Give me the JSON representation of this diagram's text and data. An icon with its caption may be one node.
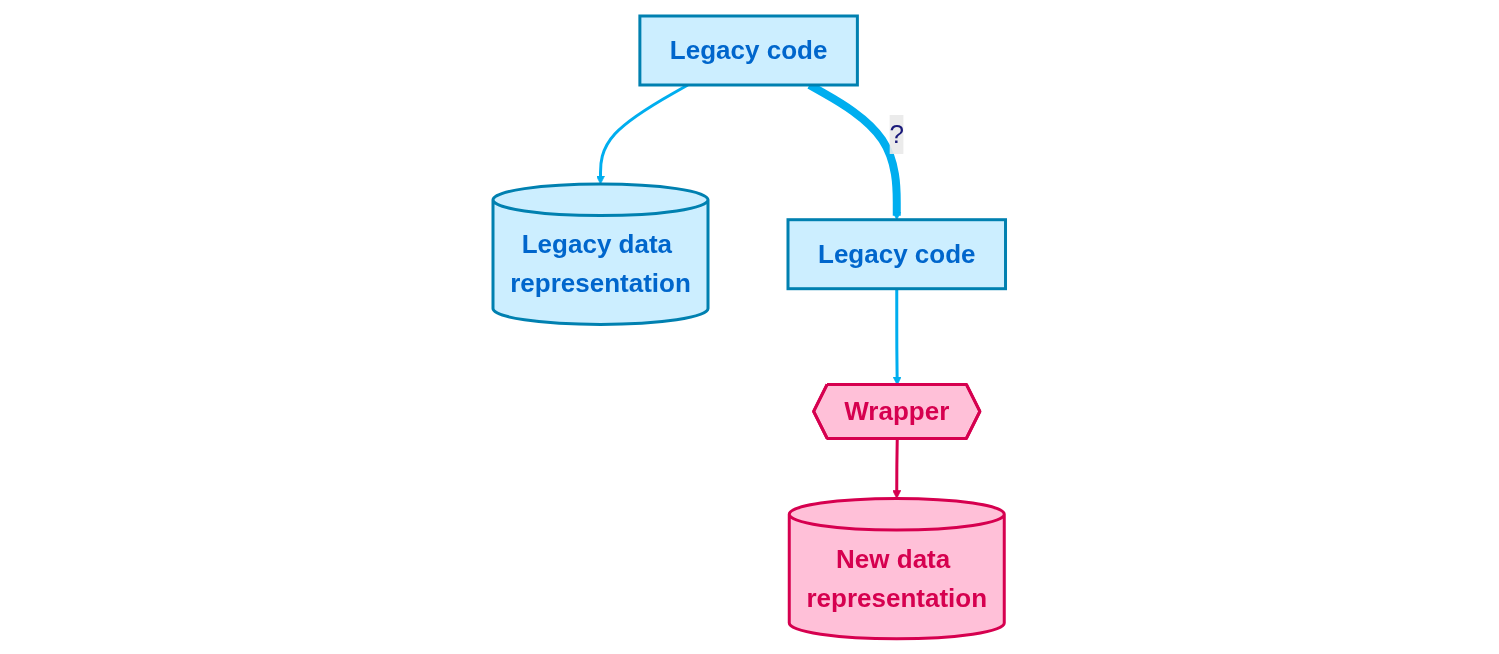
{
  "diagram": {
    "nodes": [
      {
        "text": [
          "Legacy code"
        ]
      },
      {
        "text": [
          "Legacy data representation"
        ]
      },
      {
        "text": [
          "Legacy code"
        ]
      },
      {
        "text": [
          "Wrapper"
        ]
      },
      {
        "text": [
          "New data representation"
        ]
      }
    ],
    "edges": [
      {
        "from": 0,
        "to": 1,
        "arrow": "to"
      },
      {
        "from": 0,
        "to": 2,
        "arrow": "to",
        "label": "?",
        "style": "thick"
      },
      {
        "from": 2,
        "to": 3,
        "arrow": "to"
      },
      {
        "from": 3,
        "to": 4,
        "arrow": "to",
        "color": "#d6004f"
      }
    ]
  }
}
